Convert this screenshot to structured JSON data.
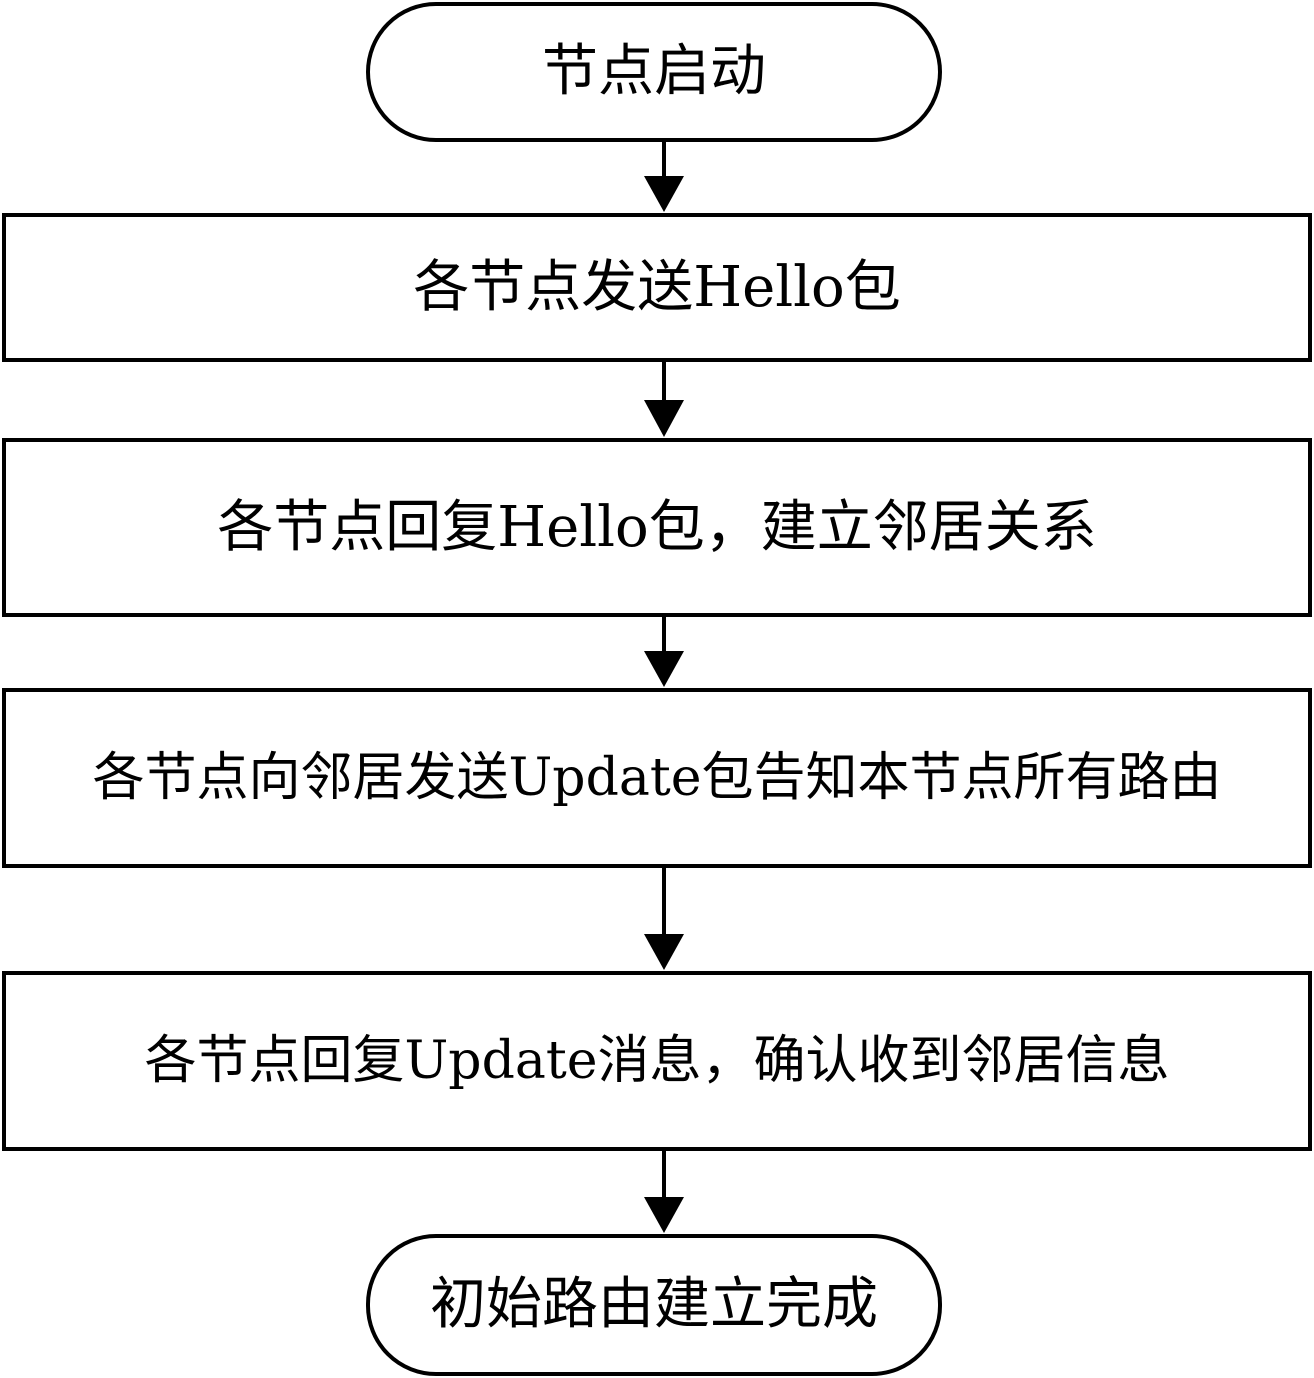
{
  "flowchart": {
    "start": "节点启动",
    "steps": [
      "各节点发送Hello包",
      "各节点回复Hello包，建立邻居关系",
      "各节点向邻居发送Update包告知本节点所有路由",
      "各节点回复Update消息，确认收到邻居信息"
    ],
    "end": "初始路由建立完成"
  },
  "colors": {
    "stroke": "#000000",
    "fill": "#ffffff"
  }
}
